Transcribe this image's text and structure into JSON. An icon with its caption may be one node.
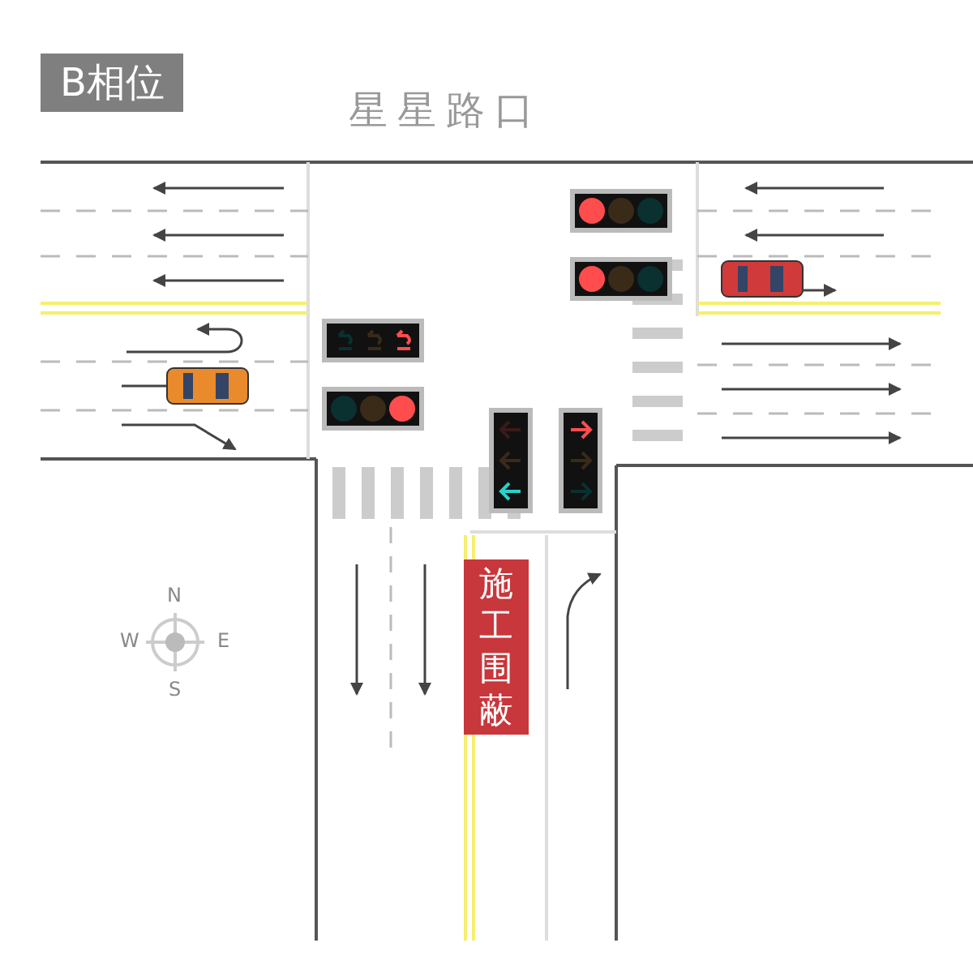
{
  "diagram": {
    "title": "星星路口",
    "nodes": [
      {
        "text": [
          "施工围蔽"
        ]
      }
    ],
    "labels": [
      "B相位",
      "N",
      "W",
      "E",
      "S"
    ]
  }
}
